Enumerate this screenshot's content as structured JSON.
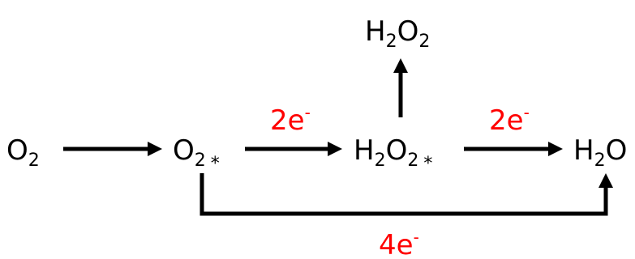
{
  "species": {
    "o2": {
      "base": "O",
      "sub": "2",
      "star": ""
    },
    "o2_ads": {
      "base": "O",
      "sub": "2",
      "star": "*"
    },
    "h2o2_ads": {
      "h": "H",
      "h_sub": "2",
      "o": "O",
      "o_sub": "2",
      "star": "*"
    },
    "h2o2": {
      "h": "H",
      "h_sub": "2",
      "o": "O",
      "o_sub": "2"
    },
    "h2o": {
      "h": "H",
      "h_sub": "2",
      "o": "O"
    }
  },
  "electrons": {
    "step1": {
      "count": "2e",
      "charge": "-"
    },
    "step2": {
      "count": "2e",
      "charge": "-"
    },
    "direct": {
      "count": "4e",
      "charge": "-"
    }
  },
  "colors": {
    "species": "#000000",
    "electron_label": "#ff0000",
    "arrow": "#000000"
  }
}
